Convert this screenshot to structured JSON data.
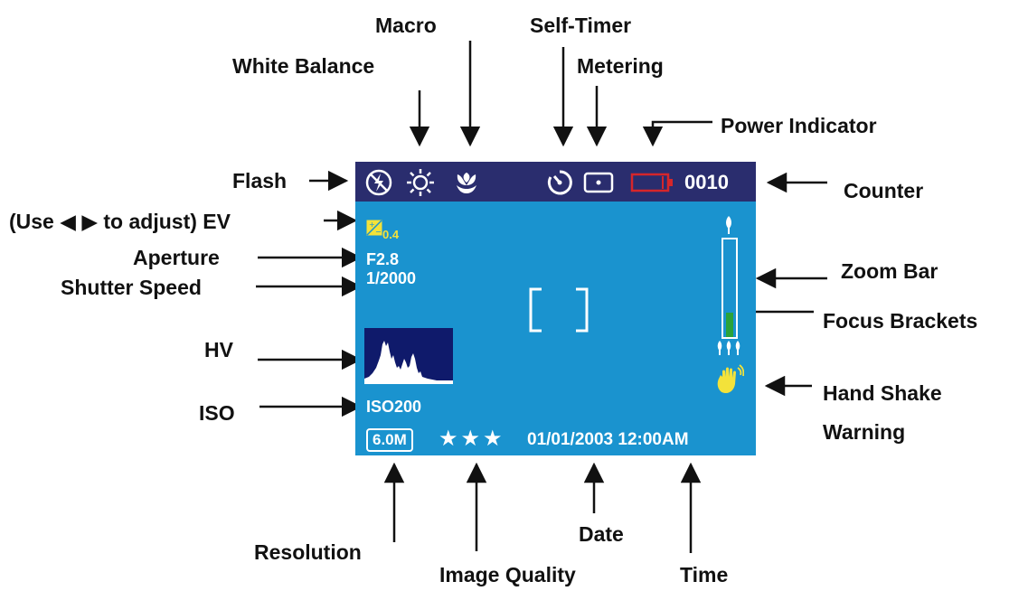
{
  "callouts": {
    "macro": "Macro",
    "self_timer": "Self-Timer",
    "white_balance": "White Balance",
    "metering": "Metering",
    "power_indicator": "Power Indicator",
    "flash": "Flash",
    "counter": "Counter",
    "ev": "(Use ◀ ▶ to adjust) EV",
    "aperture": "Aperture",
    "shutter_speed": "Shutter Speed",
    "zoom_bar": "Zoom Bar",
    "focus_brackets": "Focus Brackets",
    "hv": "HV",
    "hand_shake_line1": "Hand Shake",
    "hand_shake_line2": "Warning",
    "iso": "ISO",
    "resolution": "Resolution",
    "image_quality": "Image Quality",
    "date": "Date",
    "time": "Time"
  },
  "screen": {
    "counter": "0010",
    "ev_value": "0.4",
    "aperture": "F2.8",
    "shutter": "1/2000",
    "iso": "ISO200",
    "resolution": "6.0M",
    "quality_stars": "★★★",
    "datetime": "01/01/2003 12:00AM",
    "zoom_level": 0.25
  },
  "colors": {
    "screen_bg": "#1a93cf",
    "top_bar": "#2a2d6e",
    "battery": "#d6262a",
    "ev_icon": "#f3e23a",
    "zoom_fill": "#2aa33a",
    "hand_icon": "#f3e23a"
  },
  "icons": [
    "flash-off-icon",
    "sun-icon",
    "macro-flower-icon",
    "self-timer-icon",
    "metering-spot-icon",
    "battery-icon",
    "ev-icon",
    "tele-tree-icon",
    "wide-trees-icon",
    "hand-shake-icon"
  ]
}
